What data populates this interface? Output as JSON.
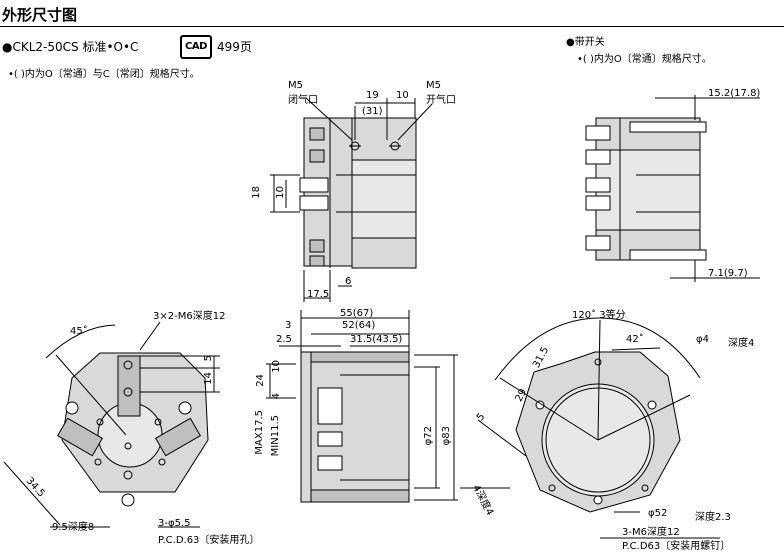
{
  "header": {
    "title": "外形尺寸图"
  },
  "left_block": {
    "model": "●CKL2-50CS 标准•O•C",
    "cad_badge": "CAD",
    "page_ref": "499页",
    "note": "•(  )内为O〔常通〕与C〔常闭〕规格尺寸。"
  },
  "right_block": {
    "title": "●带开关",
    "note": "•(  )内为O〔常通〕规格尺寸。"
  },
  "side_view": {
    "m5_close": "M5",
    "close_port": "闭气口",
    "m5_open": "M5",
    "open_port": "开气口",
    "d19": "19",
    "d10": "10",
    "d31": "(31)",
    "d18": "18",
    "d10tol": "10",
    "d17_5": "17.5",
    "d6": "6"
  },
  "switch_view": {
    "d15_2": "15.2(17.8)",
    "d7_1": "7.1(9.7)"
  },
  "front_left": {
    "angle45": "45˚",
    "m6": "3×2-M6深度12",
    "d5": "5",
    "d14": "14",
    "d34_5": "34.5",
    "depth8": "9.5深度8",
    "phi5_5": "3-φ5.5",
    "pcd": "P.C.D.63〔安装用孔〕"
  },
  "center_view": {
    "d55": "55(67)",
    "d3": "3",
    "d52": "52(64)",
    "d2_5": "2.5",
    "d31_5": "31.5(43.5)",
    "d24": "24",
    "d10": "10",
    "d4": "4",
    "max": "MAX17.5",
    "min": "MIN11.5",
    "phi72": "φ72",
    "phi83": "φ83"
  },
  "front_right": {
    "angle120": "120˚ 3等分",
    "angle42": "42˚",
    "phi4": "φ4",
    "phi4_depth": "深度4",
    "d31_5": "31.5",
    "d29": "29",
    "d5": "5",
    "d4depth": "4深度4",
    "phi52": "φ52",
    "phi52_depth": "深度2.3",
    "m6": "3-M6深度12",
    "pcd": "P.C.D63〔安装用螺钉〕"
  }
}
